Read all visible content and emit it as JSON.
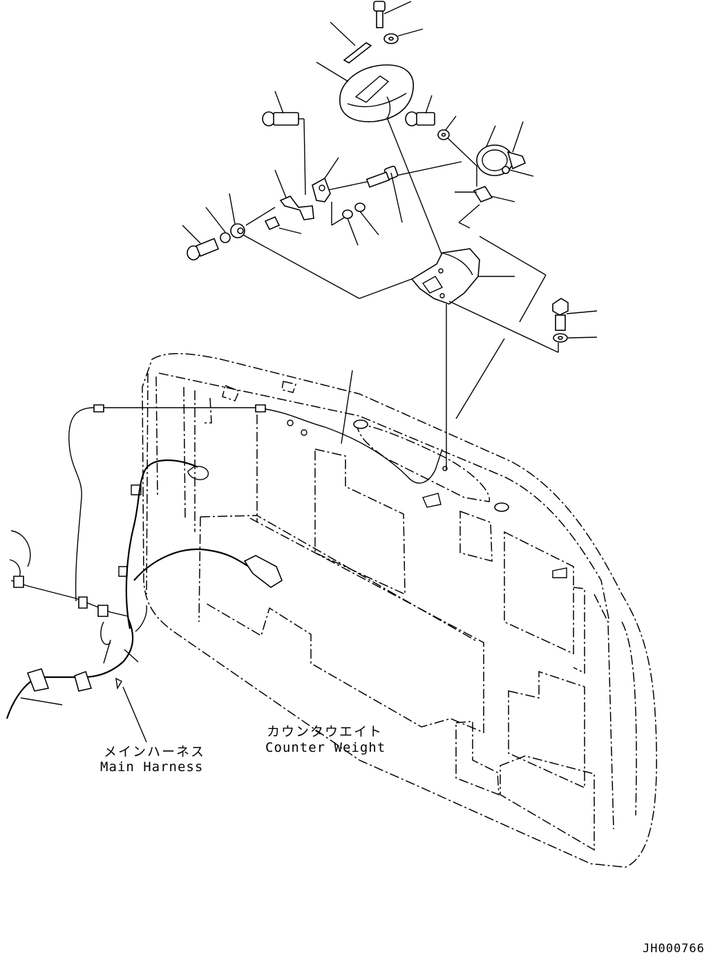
{
  "labels": {
    "main_harness_jp": "メインハーネス",
    "main_harness_en": "Main Harness",
    "counter_weight_jp": "カウンタウエイト",
    "counter_weight_en": "Counter Weight",
    "drawing_id": "JH000766"
  }
}
